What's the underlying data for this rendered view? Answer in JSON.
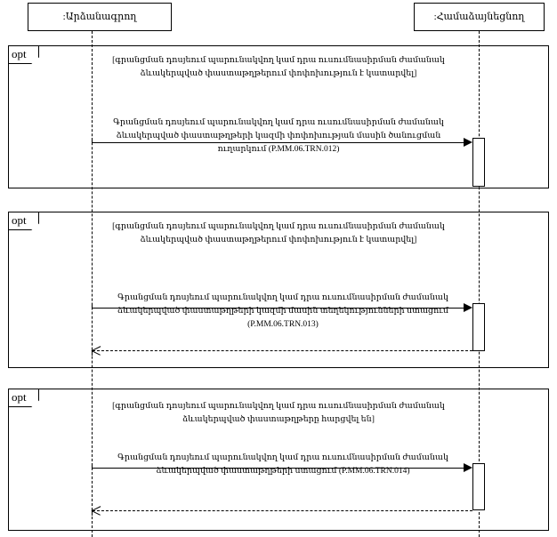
{
  "diagram": {
    "type": "uml-sequence-diagram",
    "title": "",
    "lifelines": [
      {
        "id": "registrar",
        "label": ":Արձանագրող"
      },
      {
        "id": "approver",
        "label": ":Համաձայնեցնող"
      }
    ],
    "fragments": [
      {
        "id": "opt-1",
        "operator": "opt",
        "guard": "[գրանցման դոսյեում պարունակվող կամ դրա ուսումնասիրման ժամանակ\nձևակերպված փաստաթղթերում փոփոխություն է կատարվել]",
        "messages": [
          {
            "id": "msg-trn-012",
            "kind": "synchronous-call",
            "arrow": "solid-filled",
            "from": "registrar",
            "to": "approver",
            "label": "Գրանցման դոսյեում պարունակվող կամ դրա ուսումնասիրման ժամանակ\nձևակերպված փաստաթղթերի կազմի փոփոխության մասին ծանուցման\nուղարկում (P.MM.06.TRN.012)",
            "code": "P.MM.06.TRN.012"
          }
        ]
      },
      {
        "id": "opt-2",
        "operator": "opt",
        "guard": "[գրանցման դոսյեում պարունակվող կամ դրա ուսումնասիրման ժամանակ\nձևակերպված փաստաթղթերում փոփոխություն է կատարվել]",
        "messages": [
          {
            "id": "msg-trn-013",
            "kind": "synchronous-call",
            "arrow": "solid-filled",
            "from": "registrar",
            "to": "approver",
            "label": "Գրանցման դոսյեում պարունակվող կամ դրա ուսումնասիրման ժամանակ\nձևակերպված փաստաթղթերի կազմի մասին տեղեկությունների ստացում\n(P.MM.06.TRN.013)",
            "code": "P.MM.06.TRN.013"
          },
          {
            "id": "msg-return-013",
            "kind": "reply",
            "arrow": "dashed-open",
            "from": "approver",
            "to": "registrar",
            "label": "",
            "code": ""
          }
        ]
      },
      {
        "id": "opt-3",
        "operator": "opt",
        "guard": "[գրանցման դոսյեում պարունակվող կամ դրա ուսումնասիրման ժամանակ\nձևակերպված փաստաթղթերը հարցվել են]",
        "messages": [
          {
            "id": "msg-trn-014",
            "kind": "synchronous-call",
            "arrow": "solid-filled",
            "from": "registrar",
            "to": "approver",
            "label": "Գրանցման դոսյեում պարունակվող կամ դրա ուսումնասիրման ժամանակ\nձևակերպված փաստաթղթերի ստացում (P.MM.06.TRN.014)",
            "code": "P.MM.06.TRN.014"
          },
          {
            "id": "msg-return-014",
            "kind": "reply",
            "arrow": "dashed-open",
            "from": "approver",
            "to": "registrar",
            "label": "",
            "code": ""
          }
        ]
      }
    ],
    "colors": {
      "stroke": "#000000",
      "background": "#ffffff",
      "text": "#000000"
    }
  }
}
